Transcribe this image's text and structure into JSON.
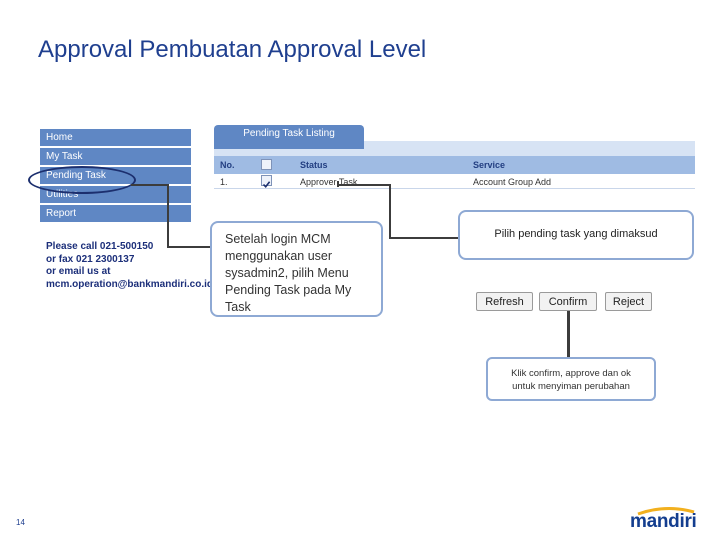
{
  "title": "Approval Pembuatan Approval Level",
  "menu": {
    "items": [
      "Home",
      "My Task",
      "Pending Task",
      "Utilities",
      "Report"
    ]
  },
  "contact": {
    "lines": [
      "Please call 021-500150",
      "or fax 021 2300137",
      "or email us at",
      "mcm.operation@bankmandiri.co.id"
    ]
  },
  "panel": {
    "tab_label": "Pending Task Listing",
    "columns": [
      "No.",
      "",
      "Status",
      "Service"
    ],
    "rows": [
      {
        "no": "1.",
        "checked": true,
        "status": "Approver Task",
        "service": "Account Group Add"
      }
    ]
  },
  "callouts": {
    "login": "Setelah login MCM menggunakan user sysadmin2, pilih Menu Pending Task pada My Task",
    "select": "Pilih pending task yang dimaksud",
    "confirm_line1": "Klik confirm, approve dan ok",
    "confirm_line2": "untuk menyiman perubahan"
  },
  "buttons": {
    "refresh": "Refresh",
    "confirm": "Confirm",
    "reject": "Reject"
  },
  "footer": {
    "page_number": "14",
    "logo_text": "mandiri"
  },
  "colors": {
    "menu": "#5f87c4",
    "title": "#1f3f8f",
    "callout_border": "#8ea9d4",
    "logo_accent": "#f2b01e"
  }
}
